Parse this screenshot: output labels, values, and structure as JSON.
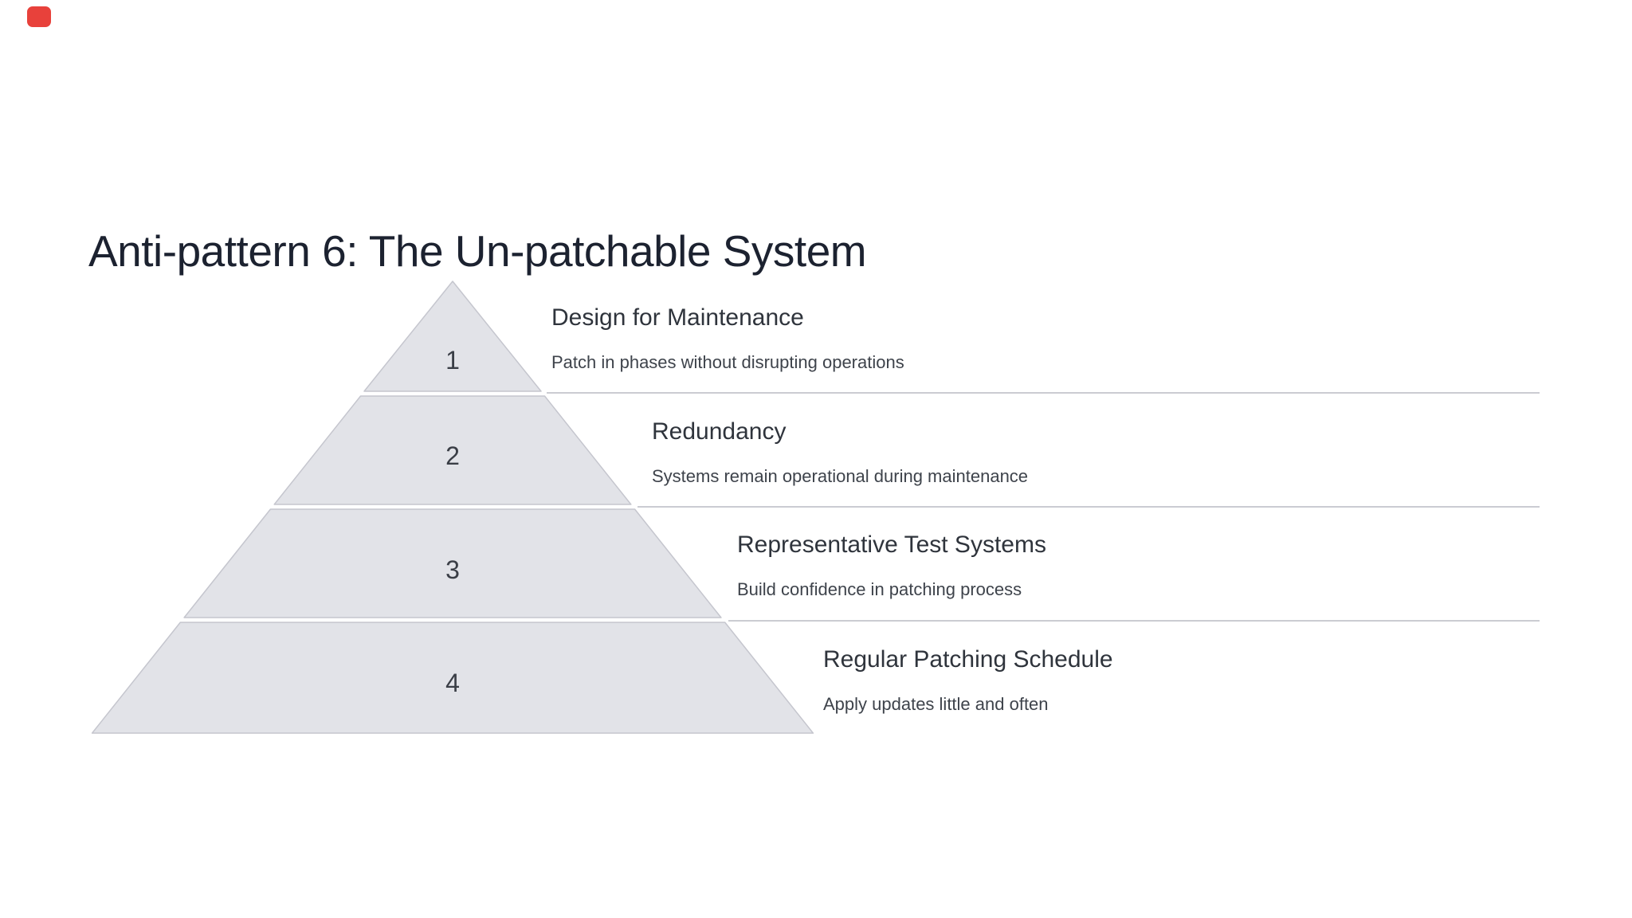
{
  "slide": {
    "title": "Anti-pattern 6: The Un-patchable System"
  },
  "pyramid": {
    "levels": [
      {
        "number": "1",
        "title": "Design for Maintenance",
        "description": "Patch in phases without disrupting operations"
      },
      {
        "number": "2",
        "title": "Redundancy",
        "description": "Systems remain operational during maintenance"
      },
      {
        "number": "3",
        "title": "Representative Test Systems",
        "description": "Build confidence in patching process"
      },
      {
        "number": "4",
        "title": "Regular Patching Schedule",
        "description": "Apply updates little and often"
      }
    ],
    "colors": {
      "fill": "#e2e3e8",
      "stroke": "#c5c6ce",
      "divider": "#cbccd2"
    }
  },
  "marker": {
    "color": "#e8413b"
  }
}
